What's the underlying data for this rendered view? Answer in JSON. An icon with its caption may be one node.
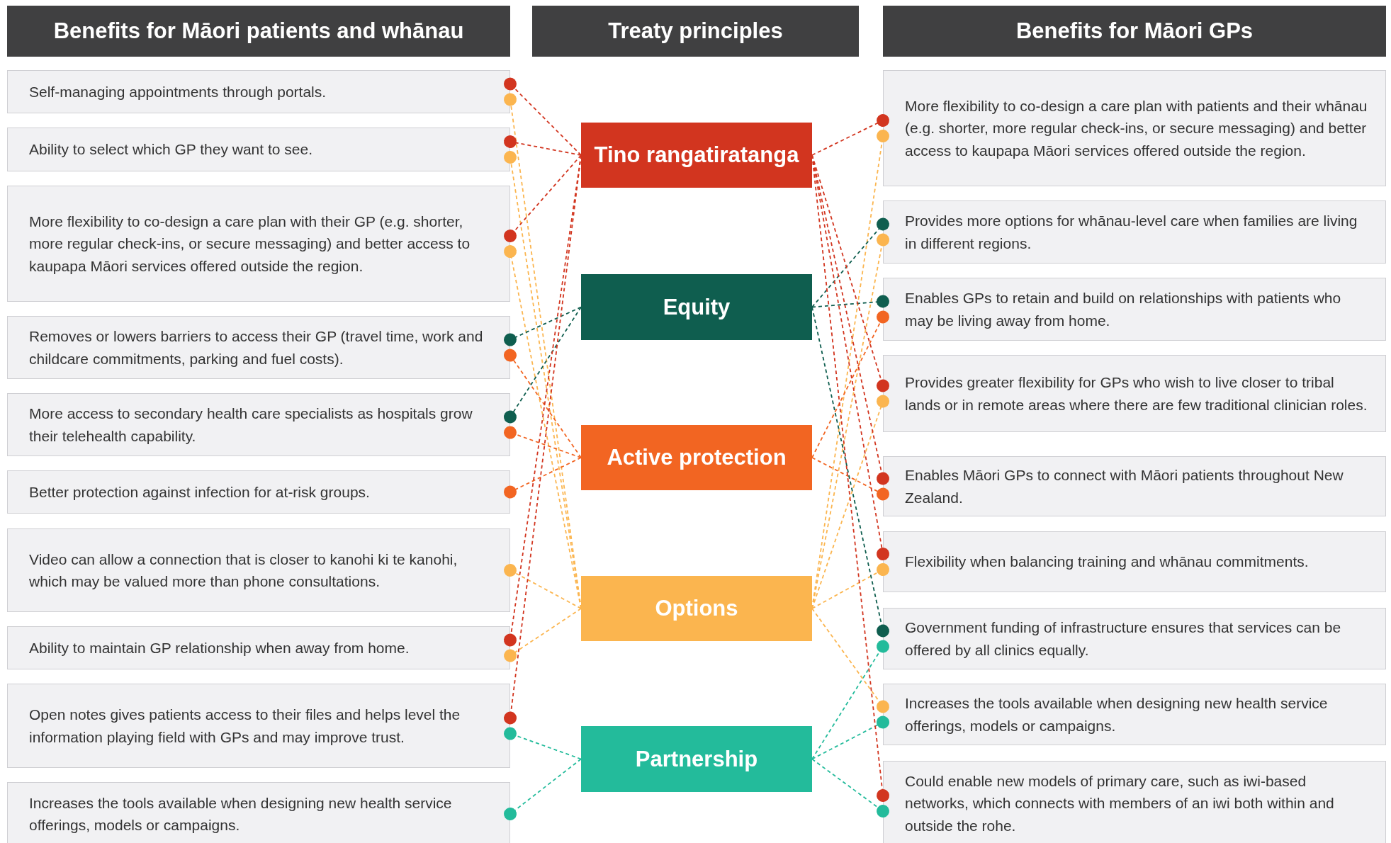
{
  "diagram": {
    "nodes": [
      {
        "text": [
          "Benefits for Māori patients and whānau"
        ]
      },
      {
        "text": [
          "Treaty principles"
        ]
      },
      {
        "text": [
          "Benefits for Māori GPs"
        ]
      },
      {
        "text": [
          "Self-managing appointments through portals."
        ]
      },
      {
        "text": [
          "Ability to select which GP they want to see."
        ]
      },
      {
        "text": [
          "More flexibility to co-design a care plan with their GP (e.g. shorter, more regular check-ins, or secure messaging) and better access to kaupapa Māori services offered outside the region."
        ]
      },
      {
        "text": [
          "Removes or lowers barriers to access their GP (travel time, work and childcare commitments, parking and fuel costs)."
        ]
      },
      {
        "text": [
          "More access to secondary health care specialists as hospitals grow their telehealth capability."
        ]
      },
      {
        "text": [
          "Better protection against infection for at-risk groups."
        ]
      },
      {
        "text": [
          "Video can allow a connection that is closer to kanohi ki te kanohi, which may be valued more than phone consultations."
        ]
      },
      {
        "text": [
          "Ability to maintain GP relationship when away from home."
        ]
      },
      {
        "text": [
          "Open notes gives patients access to their files and helps level the information playing field with GPs and may improve trust."
        ]
      },
      {
        "text": [
          "Increases the tools available when designing new health service offerings, models or campaigns."
        ]
      },
      {
        "text": [
          "Tino rangatiratanga"
        ]
      },
      {
        "text": [
          "Equity"
        ]
      },
      {
        "text": [
          "Active protection"
        ]
      },
      {
        "text": [
          "Options"
        ]
      },
      {
        "text": [
          "Partnership"
        ]
      },
      {
        "text": [
          "More flexibility to co-design a care plan with patients and their whānau (e.g. shorter, more regular check-ins, or secure messaging) and better access to kaupapa Māori services offered outside the region."
        ]
      },
      {
        "text": [
          "Provides more options for whānau-level care when families are living in different regions."
        ]
      },
      {
        "text": [
          "Enables GPs to retain and build on relationships with patients who may be living away from home."
        ]
      },
      {
        "text": [
          "Provides greater flexibility for GPs who wish to live closer to tribal lands or in remote areas where there are few traditional clinician roles."
        ]
      },
      {
        "text": [
          "Enables Māori GPs to connect with Māori patients throughout New Zealand."
        ]
      },
      {
        "text": [
          "Flexibility when balancing training and whānau commitments."
        ]
      },
      {
        "text": [
          "Government funding of infrastructure ensures that services can be offered by all clinics equally."
        ]
      },
      {
        "text": [
          "Increases the tools available when designing new health service offerings, models or campaigns."
        ]
      },
      {
        "text": [
          "Could enable new models of primary care, such as iwi-based networks, which connects with members of an iwi both within and outside the rohe."
        ]
      }
    ],
    "edges": [
      {
        "from": 13,
        "to": 3,
        "arrow": "other",
        "style": "dashed",
        "color": "#d2351f"
      },
      {
        "from": 16,
        "to": 3,
        "arrow": "other",
        "style": "dashed",
        "color": "#fbb54f"
      },
      {
        "from": 13,
        "to": 4,
        "arrow": "other",
        "style": "dashed",
        "color": "#d2351f"
      },
      {
        "from": 16,
        "to": 4,
        "arrow": "other",
        "style": "dashed",
        "color": "#fbb54f"
      },
      {
        "from": 13,
        "to": 5,
        "arrow": "other",
        "style": "dashed",
        "color": "#d2351f"
      },
      {
        "from": 16,
        "to": 5,
        "arrow": "other",
        "style": "dashed",
        "color": "#fbb54f"
      },
      {
        "from": 14,
        "to": 6,
        "arrow": "other",
        "style": "dashed",
        "color": "#0f5e4f"
      },
      {
        "from": 15,
        "to": 6,
        "arrow": "other",
        "style": "dashed",
        "color": "#f26522"
      },
      {
        "from": 14,
        "to": 7,
        "arrow": "other",
        "style": "dashed",
        "color": "#0f5e4f"
      },
      {
        "from": 15,
        "to": 7,
        "arrow": "other",
        "style": "dashed",
        "color": "#f26522"
      },
      {
        "from": 15,
        "to": 8,
        "arrow": "other",
        "style": "dashed",
        "color": "#f26522"
      },
      {
        "from": 16,
        "to": 9,
        "arrow": "other",
        "style": "dashed",
        "color": "#fbb54f"
      },
      {
        "from": 13,
        "to": 10,
        "arrow": "other",
        "style": "dashed",
        "color": "#d2351f"
      },
      {
        "from": 16,
        "to": 10,
        "arrow": "other",
        "style": "dashed",
        "color": "#fbb54f"
      },
      {
        "from": 13,
        "to": 11,
        "arrow": "other",
        "style": "dashed",
        "color": "#d2351f"
      },
      {
        "from": 17,
        "to": 11,
        "arrow": "other",
        "style": "dashed",
        "color": "#23bb9b"
      },
      {
        "from": 17,
        "to": 12,
        "arrow": "other",
        "style": "dashed",
        "color": "#23bb9b"
      },
      {
        "from": 13,
        "to": 18,
        "arrow": "other",
        "style": "dashed",
        "color": "#d2351f"
      },
      {
        "from": 16,
        "to": 18,
        "arrow": "other",
        "style": "dashed",
        "color": "#fbb54f"
      },
      {
        "from": 14,
        "to": 19,
        "arrow": "other",
        "style": "dashed",
        "color": "#0f5e4f"
      },
      {
        "from": 16,
        "to": 19,
        "arrow": "other",
        "style": "dashed",
        "color": "#fbb54f"
      },
      {
        "from": 14,
        "to": 20,
        "arrow": "other",
        "style": "dashed",
        "color": "#0f5e4f"
      },
      {
        "from": 15,
        "to": 20,
        "arrow": "other",
        "style": "dashed",
        "color": "#f26522"
      },
      {
        "from": 13,
        "to": 21,
        "arrow": "other",
        "style": "dashed",
        "color": "#d2351f"
      },
      {
        "from": 16,
        "to": 21,
        "arrow": "other",
        "style": "dashed",
        "color": "#fbb54f"
      },
      {
        "from": 13,
        "to": 22,
        "arrow": "other",
        "style": "dashed",
        "color": "#d2351f"
      },
      {
        "from": 15,
        "to": 22,
        "arrow": "other",
        "style": "dashed",
        "color": "#f26522"
      },
      {
        "from": 13,
        "to": 23,
        "arrow": "other",
        "style": "dashed",
        "color": "#d2351f"
      },
      {
        "from": 16,
        "to": 23,
        "arrow": "other",
        "style": "dashed",
        "color": "#fbb54f"
      },
      {
        "from": 14,
        "to": 24,
        "arrow": "other",
        "style": "dashed",
        "color": "#0f5e4f"
      },
      {
        "from": 17,
        "to": 24,
        "arrow": "other",
        "style": "dashed",
        "color": "#23bb9b"
      },
      {
        "from": 16,
        "to": 25,
        "arrow": "other",
        "style": "dashed",
        "color": "#fbb54f"
      },
      {
        "from": 17,
        "to": 25,
        "arrow": "other",
        "style": "dashed",
        "color": "#23bb9b"
      },
      {
        "from": 13,
        "to": 26,
        "arrow": "other",
        "style": "dashed",
        "color": "#d2351f"
      },
      {
        "from": 17,
        "to": 26,
        "arrow": "other",
        "style": "dashed",
        "color": "#23bb9b"
      }
    ]
  }
}
